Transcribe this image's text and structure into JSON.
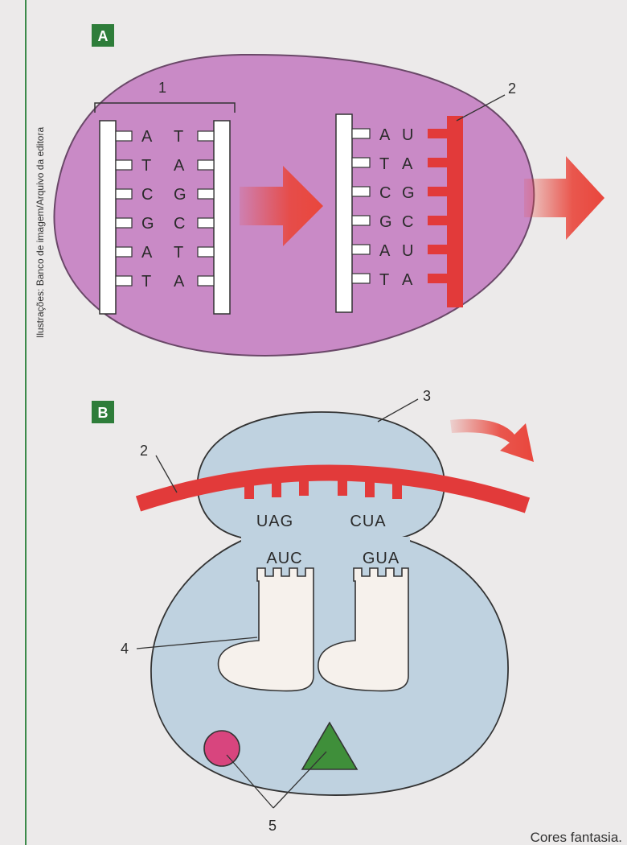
{
  "credit": "Ilustrações: Banco de imagem/Arquivo da editora",
  "caption_fragment": "Cores fantasia.",
  "colors": {
    "badge": "#2e7d3a",
    "panel_a_cell": "#c98ac6",
    "panel_b_cell": "#bfd2e0",
    "rna": "#e23a3a",
    "arrow": "#e9463c",
    "circle": "#d8457e",
    "triangle": "#3f8f3a"
  },
  "panel_a": {
    "badge": "A",
    "label_1": "1",
    "label_2": "2",
    "dna_left": [
      "A",
      "T",
      "C",
      "G",
      "A",
      "T"
    ],
    "dna_right": [
      "T",
      "A",
      "G",
      "C",
      "T",
      "A"
    ],
    "template_bases": [
      "A",
      "T",
      "C",
      "G",
      "A",
      "T"
    ],
    "rna_bases": [
      "U",
      "A",
      "G",
      "C",
      "U",
      "A"
    ]
  },
  "panel_b": {
    "badge": "B",
    "label_2": "2",
    "label_3": "3",
    "label_4": "4",
    "label_5": "5",
    "mrna_codons": [
      "UAG",
      "CUA"
    ],
    "trna_anticodons": [
      "AUC",
      "GUA"
    ]
  }
}
